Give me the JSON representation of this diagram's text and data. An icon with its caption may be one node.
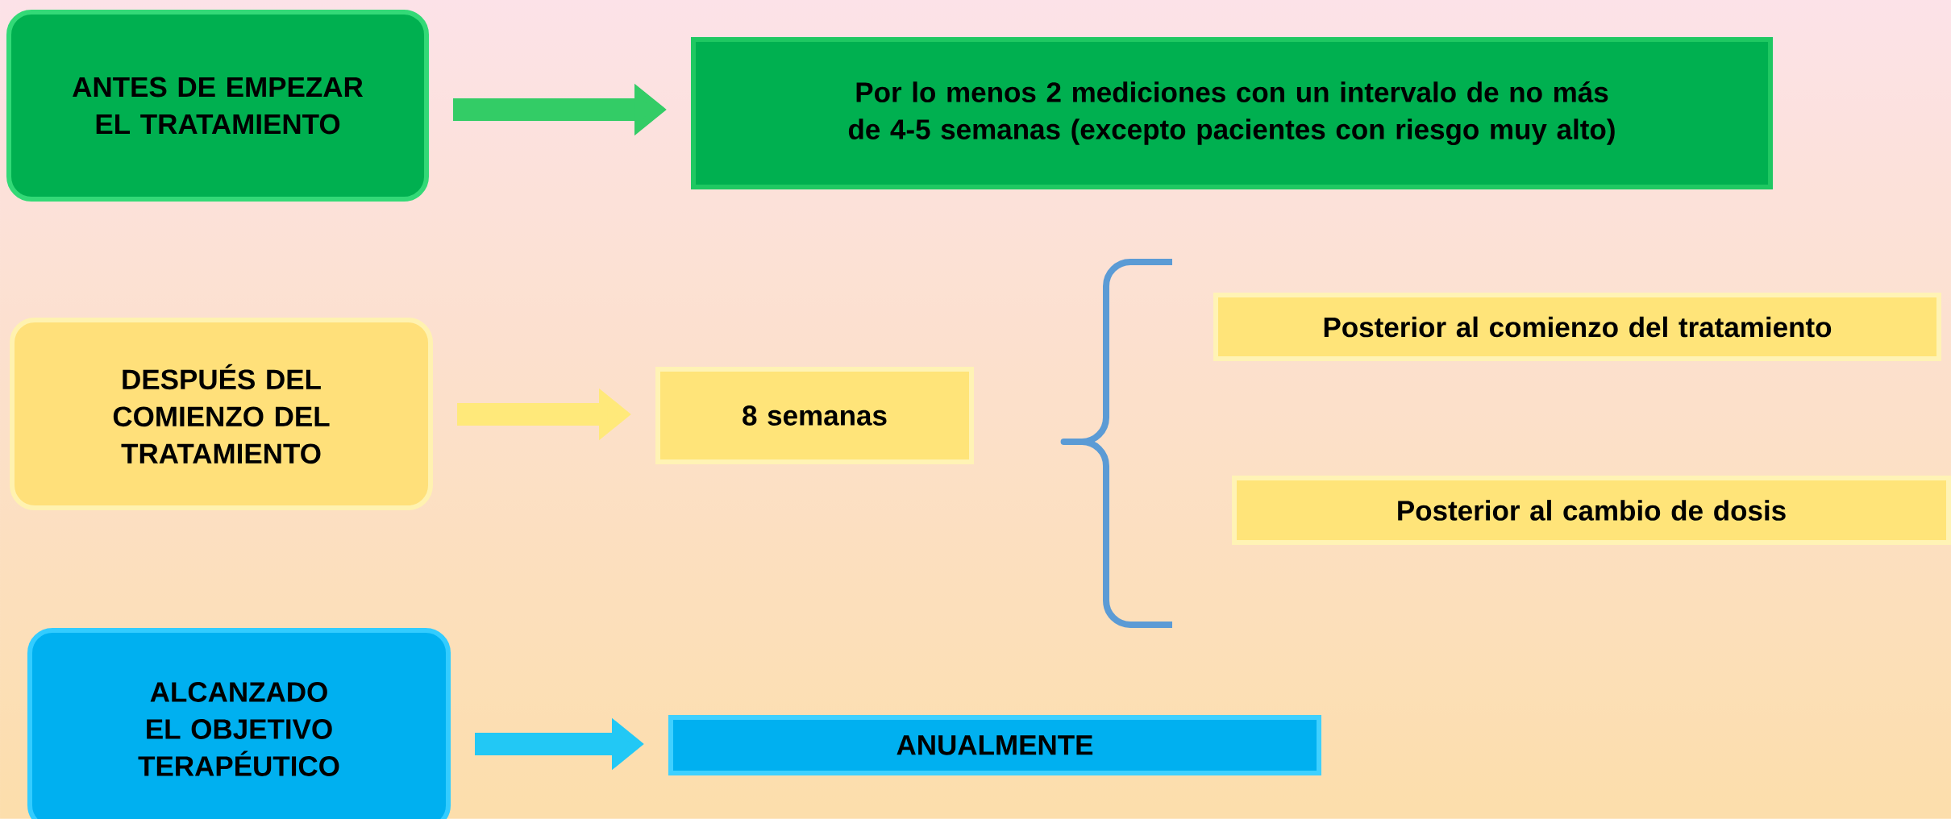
{
  "diagram": {
    "nodes": [
      {
        "text": [
          "ANTES DE EMPEZAR EL TRATAMIENTO"
        ]
      },
      {
        "text": [
          "Por lo menos 2 mediciones con un intervalo de no más de 4-5 semanas (excepto pacientes con riesgo muy alto)"
        ]
      },
      {
        "text": [
          "DESPUÉS DEL COMIENZO DEL TRATAMIENTO"
        ]
      },
      {
        "text": [
          "8 semanas"
        ]
      },
      {
        "text": [
          "Posterior al comienzo del tratamiento"
        ]
      },
      {
        "text": [
          "Posterior al cambio de dosis"
        ]
      },
      {
        "text": [
          "ALCANZADO EL OBJETIVO TERAPÉUTICO"
        ]
      },
      {
        "text": [
          "ANUALMENTE"
        ]
      }
    ],
    "edges": [
      {
        "from": 0,
        "to": 1,
        "arrow": "to",
        "color": "#33cc66"
      },
      {
        "from": 2,
        "to": 3,
        "arrow": "to",
        "color": "#ffe97a"
      },
      {
        "from": 6,
        "to": 7,
        "arrow": "to",
        "color": "#22c8f5"
      }
    ]
  }
}
